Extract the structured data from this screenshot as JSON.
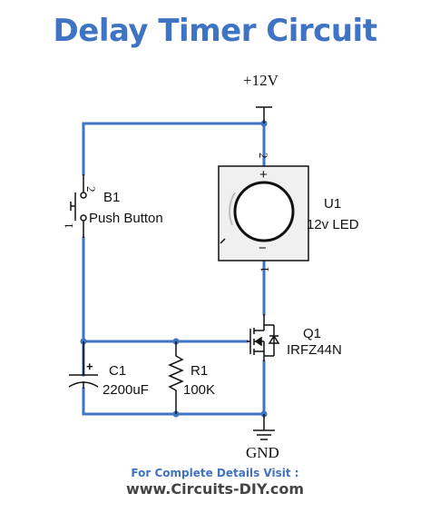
{
  "title": "Delay Timer Circuit",
  "supply": {
    "label": "+12V"
  },
  "ground": {
    "label": "GND"
  },
  "components": {
    "b1": {
      "ref": "B1",
      "name": "Push Button",
      "pin1": "1",
      "pin2": "2"
    },
    "u1": {
      "ref": "U1",
      "name": "12v LED",
      "plus": "+",
      "minus": "−",
      "pin1": "1",
      "pin2": "2"
    },
    "q1": {
      "ref": "Q1",
      "name": "IRFZ44N"
    },
    "c1": {
      "ref": "C1",
      "value": "2200uF",
      "plus": "+"
    },
    "r1": {
      "ref": "R1",
      "value": "100K"
    }
  },
  "footer": {
    "line1": "For Complete Details Visit :",
    "line2": "www.Circuits-DIY.com"
  },
  "colors": {
    "wire": "#3f73c3",
    "title": "#3f73c3",
    "component": "#111111"
  }
}
